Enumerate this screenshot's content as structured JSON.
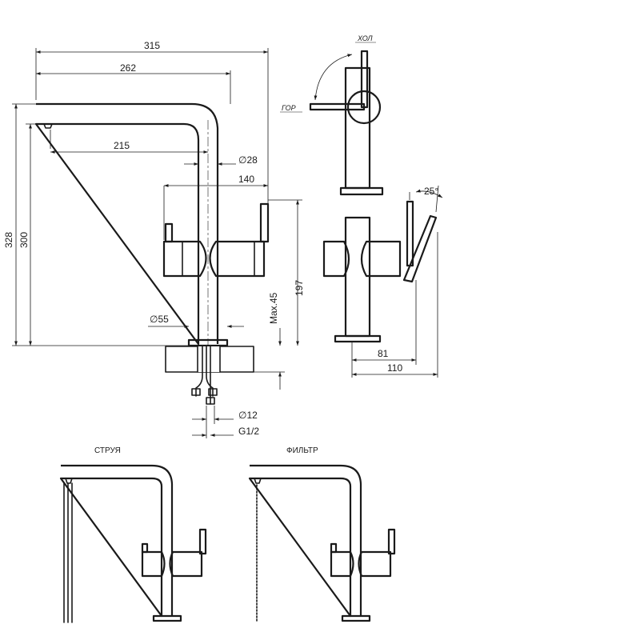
{
  "dimensions": {
    "total_width": "315",
    "spout_reach": "262",
    "aerator_offset": "215",
    "body_diameter": "∅28",
    "handles_span": "140",
    "total_height": "328",
    "spout_height": "300",
    "base_diameter": "∅55",
    "max_deck": "Max.45",
    "handle_height": "197",
    "hose_diameter": "∅12",
    "thread": "G1/2",
    "side_depth": "81",
    "side_total": "110",
    "lever_angle": "25°"
  },
  "lever_labels": {
    "cold": "ХОЛ",
    "hot": "ГОР"
  },
  "modes": {
    "jet": "СТРУЯ",
    "filter": "ФИЛЬТР"
  }
}
